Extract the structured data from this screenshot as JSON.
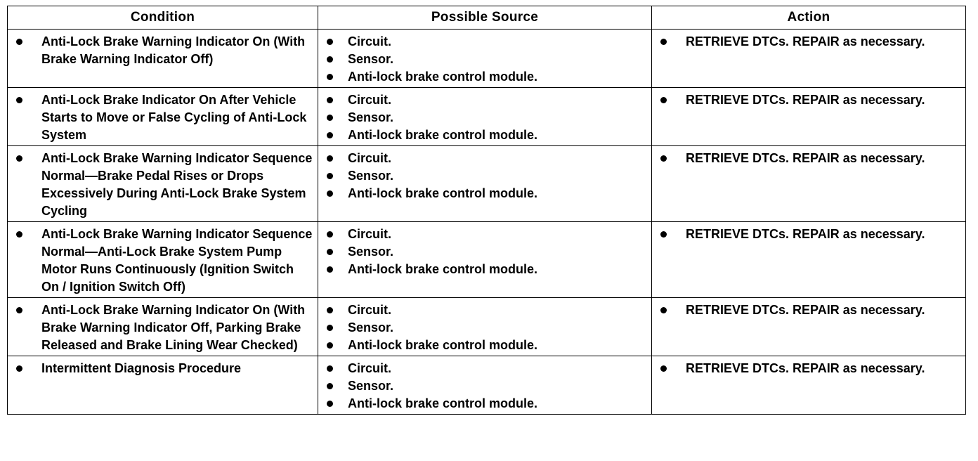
{
  "headers": [
    "Condition",
    "Possible Source",
    "Action"
  ],
  "rows": [
    {
      "condition": "Anti-Lock Brake Warning Indicator On (With Brake Warning Indicator Off)",
      "sources": [
        "Circuit.",
        "Sensor.",
        "Anti-lock brake control module."
      ],
      "action": "RETRIEVE DTCs. REPAIR as necessary."
    },
    {
      "condition": "Anti-Lock Brake Indicator On After Vehicle Starts to Move or False Cycling of Anti-Lock System",
      "sources": [
        "Circuit.",
        "Sensor.",
        "Anti-lock brake control module."
      ],
      "action": "RETRIEVE DTCs. REPAIR as necessary."
    },
    {
      "condition": "Anti-Lock Brake Warning Indicator Sequence Normal—Brake Pedal Rises or Drops Excessively During Anti-Lock Brake System Cycling",
      "sources": [
        "Circuit.",
        "Sensor.",
        "Anti-lock brake control module."
      ],
      "action": "RETRIEVE DTCs. REPAIR as necessary."
    },
    {
      "condition": "Anti-Lock Brake Warning Indicator Sequence Normal—Anti-Lock Brake System Pump Motor Runs Continuously (Ignition Switch On / Ignition Switch Off)",
      "sources": [
        "Circuit.",
        "Sensor.",
        "Anti-lock brake control module."
      ],
      "action": "RETRIEVE DTCs. REPAIR as necessary."
    },
    {
      "condition": "Anti-Lock Brake Warning Indicator On (With Brake Warning Indicator Off, Parking Brake Released and Brake Lining Wear Checked)",
      "sources": [
        "Circuit.",
        "Sensor.",
        "Anti-lock brake control module."
      ],
      "action": "RETRIEVE DTCs. REPAIR as necessary."
    },
    {
      "condition": "Intermittent Diagnosis Procedure",
      "sources": [
        "Circuit.",
        "Sensor.",
        "Anti-lock brake control module."
      ],
      "action": "RETRIEVE DTCs. REPAIR as necessary."
    }
  ]
}
